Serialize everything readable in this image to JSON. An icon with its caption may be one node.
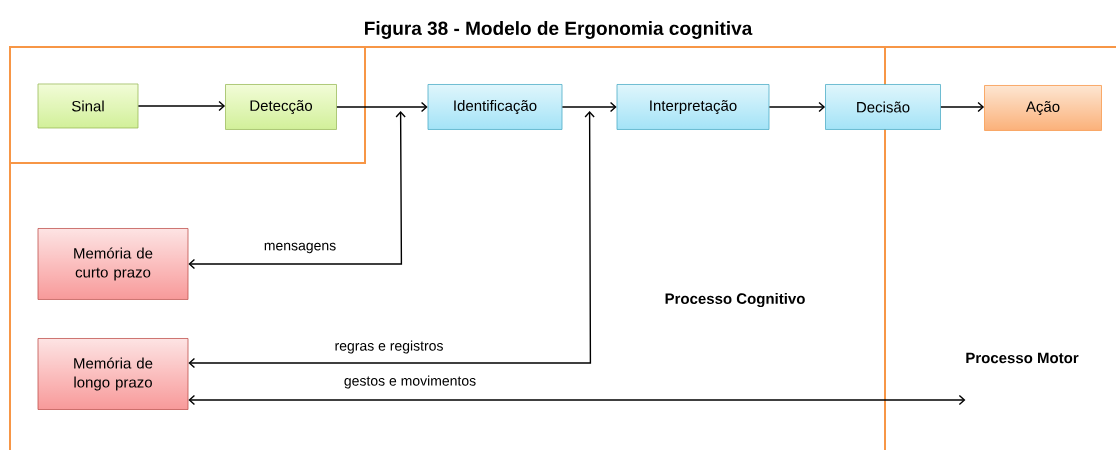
{
  "diagram": {
    "title": "Figura 38 - Modelo de Ergonomia cognitiva",
    "nodes": [
      {
        "text": [
          "Sinal"
        ]
      },
      {
        "text": [
          "Detecção"
        ]
      },
      {
        "text": [
          "Identificação"
        ]
      },
      {
        "text": [
          "Interpretação"
        ]
      },
      {
        "text": [
          "Decisão"
        ]
      },
      {
        "text": [
          "Ação"
        ]
      },
      {
        "text": [
          "Memória de curto prazo"
        ]
      },
      {
        "text": [
          "Memória de longo prazo"
        ]
      }
    ],
    "edges": [
      {
        "from": 0,
        "to": 1,
        "arrow": "to"
      },
      {
        "from": 1,
        "to": 2,
        "arrow": "to"
      },
      {
        "from": 2,
        "to": 3,
        "arrow": "to"
      },
      {
        "from": 3,
        "to": 4,
        "arrow": "to"
      },
      {
        "from": 4,
        "to": 5,
        "arrow": "to"
      },
      {
        "from": 6,
        "to": 2,
        "arrow": "both",
        "label": "mensagens"
      },
      {
        "from": 7,
        "to": 3,
        "arrow": "both",
        "label": "regras e registros"
      },
      {
        "from": 7,
        "to": null,
        "arrow": "both",
        "label": "gestos e movimentos"
      }
    ],
    "labels": [
      "Processo Cognitivo",
      "Processo Motor"
    ]
  }
}
